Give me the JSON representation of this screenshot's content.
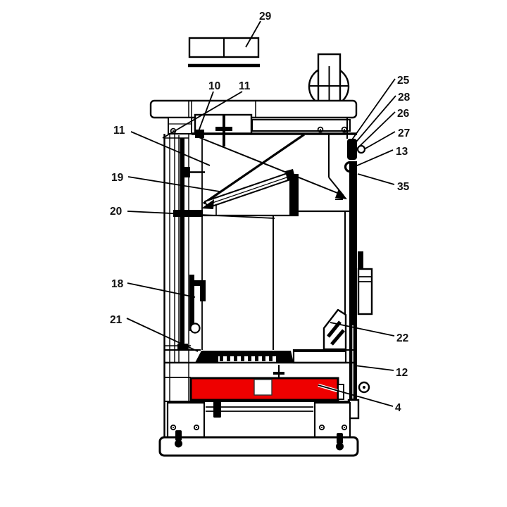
{
  "figure": {
    "type": "technical_parts_diagram",
    "subject": "Stove cross-section side view with numbered part callouts",
    "background_color": "#ffffff",
    "line_color": "#000000",
    "highlight_color": "#ee0000",
    "highlighted_part_number": "4"
  },
  "labels": {
    "l29": "29",
    "l10": "10",
    "l11_top": "11",
    "l11_left": "11",
    "l19": "19",
    "l20": "20",
    "l18": "18",
    "l21": "21",
    "l25": "25",
    "l28": "28",
    "l26": "26",
    "l27": "27",
    "l13": "13",
    "l35": "35",
    "l22": "22",
    "l12": "12",
    "l4": "4"
  }
}
